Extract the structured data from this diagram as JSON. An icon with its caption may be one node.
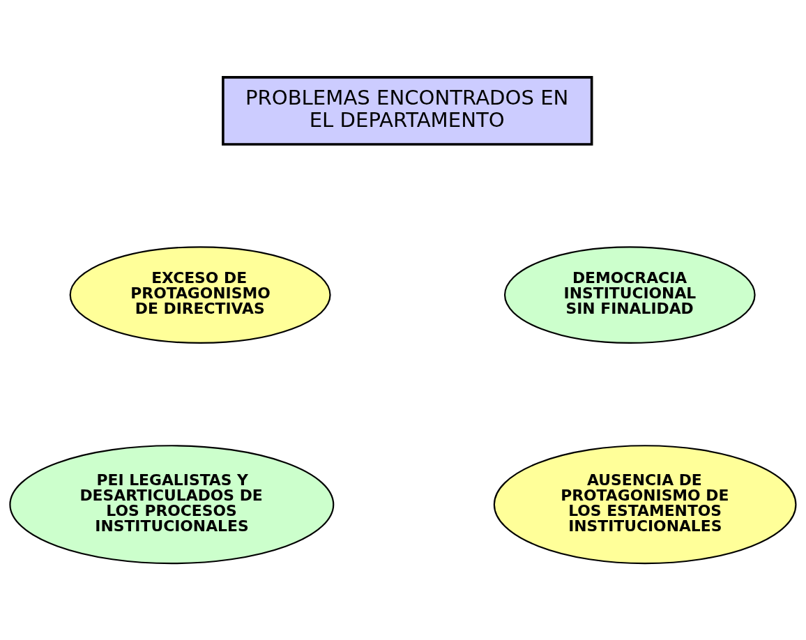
{
  "diagram": {
    "nodes": [
      {
        "text": [
          "PROBLEMAS ENCONTRADOS EN EL DEPARTAMENTO"
        ]
      },
      {
        "text": [
          "EXCESO DE PROTAGONISMO DE DIRECTIVAS"
        ]
      },
      {
        "text": [
          "DEMOCRACIA INSTITUCIONAL SIN FINALIDAD"
        ]
      },
      {
        "text": [
          "PEI LEGALISTAS Y DESARTICULADOS DE LOS PROCESOS INSTITUCIONALES"
        ]
      },
      {
        "text": [
          "AUSENCIA DE PROTAGONISMO DE LOS ESTAMENTOS INSTITUCIONALES"
        ]
      }
    ]
  }
}
